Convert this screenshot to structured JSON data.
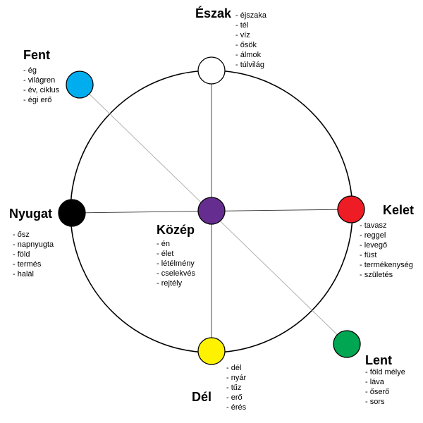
{
  "colors": {
    "circle": "#000000",
    "spoke": "#333333",
    "diagonal": "#aaaaaa",
    "north": "#ffffff",
    "east": "#ee1c24",
    "south": "#fff200",
    "west": "#000000",
    "center": "#662d91",
    "above": "#00aeef",
    "below": "#00a651"
  },
  "directions": {
    "north": {
      "title": "Észak",
      "items": [
        "éjszaka",
        "tél",
        "víz",
        "ősök",
        "álmok",
        "túlvilág"
      ]
    },
    "above": {
      "title": "Fent",
      "items": [
        "ég",
        "világren",
        "év, ciklus",
        "égi erő"
      ]
    },
    "west": {
      "title": "Nyugat",
      "items": [
        "ősz",
        "napnyugta",
        "föld",
        "termés",
        "halál"
      ]
    },
    "center": {
      "title": "Közép",
      "items": [
        "én",
        "élet",
        "létélmény",
        "cselekvés",
        "rejtély"
      ]
    },
    "east": {
      "title": "Kelet",
      "items": [
        "tavasz",
        "reggel",
        "levegő",
        "füst",
        "termékenység",
        "születés"
      ]
    },
    "south": {
      "title": "Dél",
      "items": [
        "dél",
        "nyár",
        "tűz",
        "erő",
        "érés"
      ]
    },
    "below": {
      "title": "Lent",
      "items": [
        "föld mélye",
        "láva",
        "őserő",
        "sors"
      ]
    }
  }
}
